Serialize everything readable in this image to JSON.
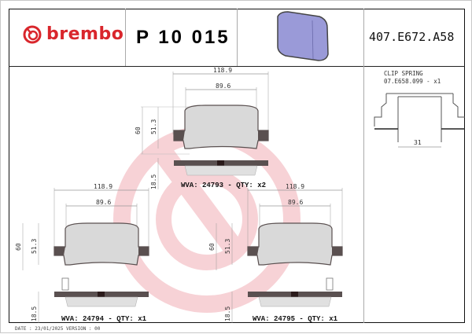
{
  "header": {
    "brand": "brembo",
    "part_number": "P 10 015",
    "reference_code": "407.E672.A58"
  },
  "colors": {
    "brand_red": "#d9262c",
    "watermark": "#f7d2d6",
    "pad_friction": "#d9d9d9",
    "pad_backing": "#5a5050"
  },
  "clip_spring": {
    "title": "CLIP SPRING",
    "code": "07.E658.099 - x1",
    "dimension": "31"
  },
  "pads": [
    {
      "position": "top-center",
      "width_overall": "118.9",
      "width_friction": "89.6",
      "height_overall": "60",
      "height_friction": "51.3",
      "thickness": "18.5",
      "wva_label": "WVA: 24793 - QTY: x2"
    },
    {
      "position": "bottom-left",
      "width_overall": "118.9",
      "width_friction": "89.6",
      "height_overall": "60",
      "height_friction": "51.3",
      "thickness": "18.5",
      "wva_label": "WVA: 24794 - QTY: x1"
    },
    {
      "position": "bottom-right",
      "width_overall": "118.9",
      "width_friction": "89.6",
      "height_overall": "60",
      "height_friction": "51.3",
      "thickness": "18.5",
      "wva_label": "WVA: 24795 - QTY: x1"
    }
  ],
  "footer": {
    "date_version": "DATE : 23/01/2025 VERSION : 00"
  }
}
